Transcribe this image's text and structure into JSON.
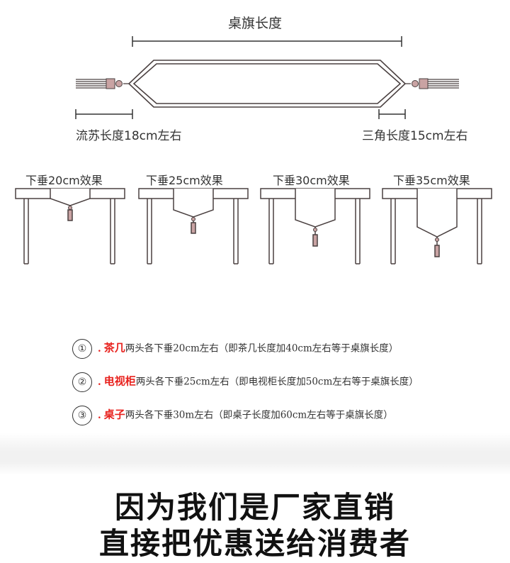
{
  "diagram": {
    "title": "桌旗长度",
    "tassel_label": "流苏长度18cm左右",
    "triangle_label": "三角长度15cm左右",
    "drops": [
      {
        "label": "下垂20cm效果"
      },
      {
        "label": "下垂25cm效果"
      },
      {
        "label": "下垂30cm效果"
      },
      {
        "label": "下垂35cm效果"
      }
    ]
  },
  "notes": [
    {
      "num": "①",
      "dot": ".",
      "item": "茶几",
      "text": "两头各下垂20cm左右（即茶几长度加40cm左右等于桌旗长度）"
    },
    {
      "num": "②",
      "dot": ".",
      "item": "电视柜",
      "text": "两头各下垂25cm左右（即电视柜长度加50cm左右等于桌旗长度）"
    },
    {
      "num": "③",
      "dot": ".",
      "item": "桌子",
      "text": "两头各下垂30m左右（即桌子长度加60cm左右等于桌旗长度）"
    }
  ],
  "slogan": {
    "line1": "因为我们是厂家直销",
    "line2": "直接把优惠送给消费者"
  },
  "colors": {
    "line": "#4a4040",
    "red": "#e8221e",
    "tassel": "#c9a3a3"
  }
}
